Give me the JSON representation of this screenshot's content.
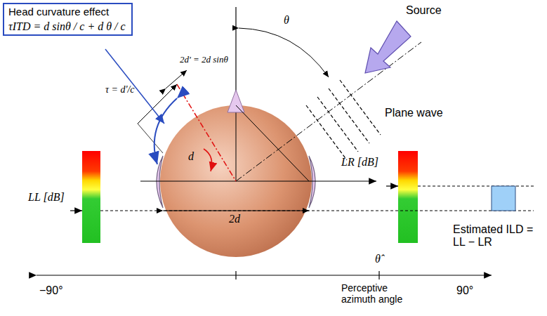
{
  "diagram": {
    "nodes": [
      {
        "text": [
          "Head curvature effect",
          "τITD = d sinθ / c + d θ / c"
        ]
      }
    ],
    "labels": [
      "Source",
      "θ",
      "Plane wave",
      "2d' = 2d sinθ",
      "τ = d'/c",
      "d",
      "2d",
      "LR [dB]",
      "LL [dB]",
      "Estimated ILD = LL − LR",
      "θ̂",
      "−90°",
      "90°",
      "Perceptive azimuth angle"
    ]
  }
}
